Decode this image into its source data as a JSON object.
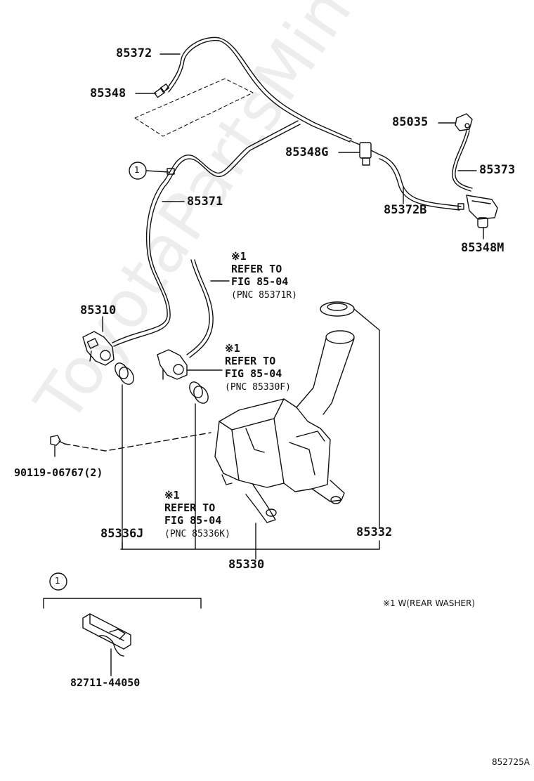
{
  "diagram": {
    "parts": {
      "p85372": "85372",
      "p85348": "85348",
      "p85371": "85371",
      "p85035": "85035",
      "p85348g": "85348G",
      "p85373": "85373",
      "p85372b": "85372B",
      "p85348m": "85348M",
      "p85310": "85310",
      "p90119": "90119-06767(2)",
      "p85336j": "85336J",
      "p85332": "85332",
      "p85330": "85330",
      "p82711": "82711-44050"
    },
    "callout_marker": "1",
    "notes": {
      "note1": "※1\nREFER TO\nFIG 85-04",
      "note1_pnc": "(PNC 85371R)",
      "note2": "※1\nREFER TO\nFIG 85-04",
      "note2_pnc": "(PNC 85330F)",
      "note3": "※1\nREFER TO\nFIG 85-04",
      "note3_pnc": "(PNC 85336K)"
    },
    "legend": "※1 W(REAR WASHER)",
    "figure_code": "852725A",
    "watermark": "ToyotaPartsMine.ru"
  }
}
